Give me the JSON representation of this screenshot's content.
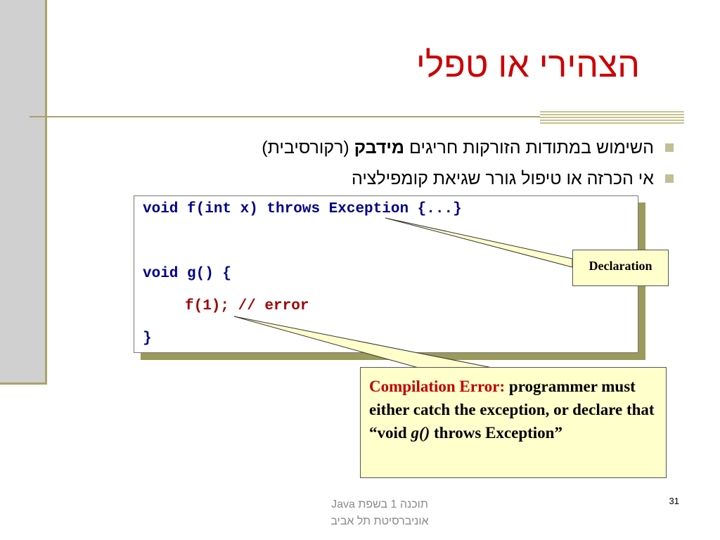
{
  "slide": {
    "title": "הצהירי או טפלי",
    "bullets": [
      {
        "before": "השימוש במתודות הזורקות חריגים ",
        "bold": "מידבק",
        "after": " (רקורסיבית)"
      },
      {
        "before": "אי הכרזה או טיפול גורר שגיאת קומפילציה",
        "bold": "",
        "after": ""
      }
    ],
    "code": {
      "line1": "void f(int x) throws Exception {...}",
      "line2": "void g() {",
      "line3_code": "f(1);",
      "line3_comment": " // error",
      "line4": "}"
    },
    "callouts": {
      "declaration": "Declaration",
      "error_label": "Compilation Error:",
      "error_text_1": " programmer must either catch the exception, or declare that  “void  ",
      "error_italic": "g()",
      "error_text_2": "  throws Exception”"
    },
    "footer": {
      "line1": "תוכנה 1 בשפת  Java",
      "line2": "אוניברסיטת תל אביב"
    },
    "page_number": "31"
  },
  "colors": {
    "title": "#cc0000",
    "code": "#00008b",
    "code_error": "#a00000",
    "callout_bg": "#ffffcc",
    "accent": "#a8a467"
  }
}
